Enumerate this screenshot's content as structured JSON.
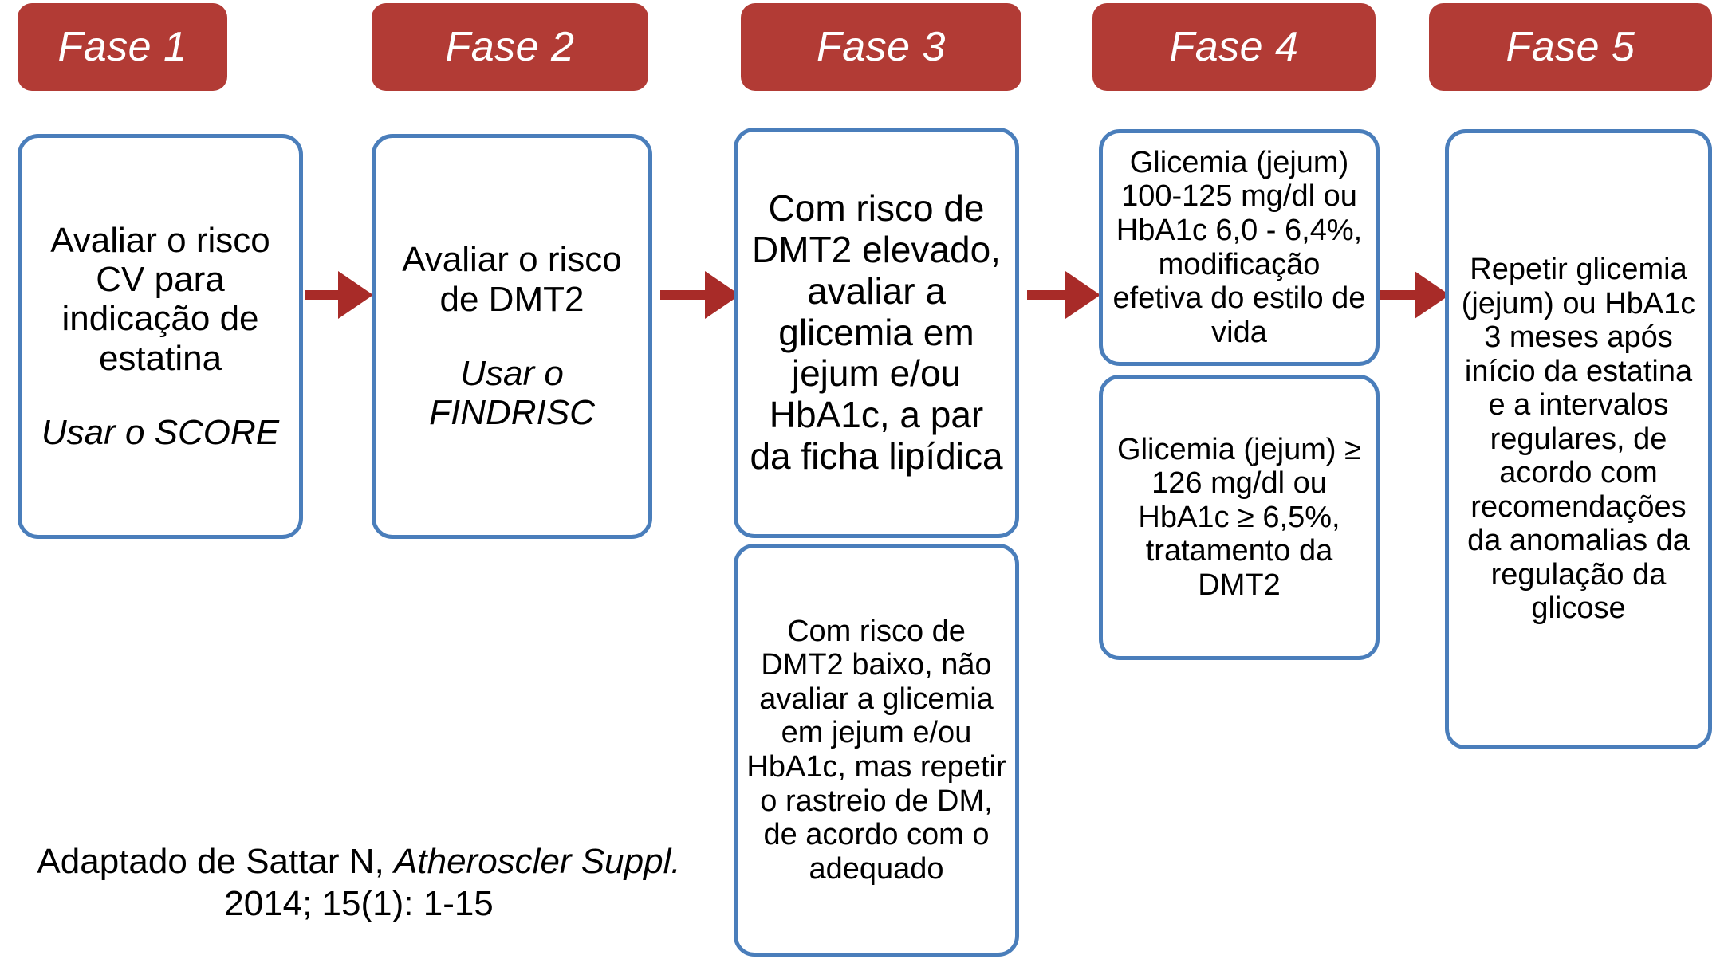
{
  "diagram": {
    "title_phases": [
      {
        "label": "Fase 1"
      },
      {
        "label": "Fase 2"
      },
      {
        "label": "Fase 3"
      },
      {
        "label": "Fase 4"
      },
      {
        "label": "Fase 5"
      }
    ],
    "colors": {
      "phase_header_fill": "#b23b35",
      "phase_header_text": "#ffffff",
      "box_border": "#4a7ebb",
      "box_fill": "#ffffff",
      "arrow": "#a82b28",
      "body_text": "#000000"
    },
    "columns": [
      {
        "phase": "Fase 1",
        "boxes": [
          {
            "main_text": "Avaliar o risco CV para indicação de estatina",
            "italic_text": "Usar o SCORE"
          }
        ]
      },
      {
        "phase": "Fase 2",
        "boxes": [
          {
            "main_text": "Avaliar o risco de DMT2",
            "italic_text": "Usar o FINDRISC"
          }
        ]
      },
      {
        "phase": "Fase 3",
        "boxes": [
          {
            "main_text": "Com risco de DMT2 elevado, avaliar a glicemia em jejum e/ou HbA1c, a par da ficha lipídica"
          },
          {
            "main_text": "Com risco de DMT2 baixo, não avaliar a glicemia em jejum e/ou HbA1c, mas repetir o rastreio de DM, de acordo com o adequado"
          }
        ]
      },
      {
        "phase": "Fase 4",
        "boxes": [
          {
            "main_text": "Glicemia (jejum) 100-125 mg/dl ou HbA1c 6,0 - 6,4%, modificação efetiva do estilo de vida"
          },
          {
            "main_text": "Glicemia (jejum) ≥ 126 mg/dl ou HbA1c ≥ 6,5%, tratamento da DMT2"
          }
        ]
      },
      {
        "phase": "Fase 5",
        "boxes": [
          {
            "main_text": "Repetir glicemia (jejum) ou HbA1c 3 meses após início da estatina e a intervalos regulares, de acordo com recomendações da anomalias da regulação da glicose"
          }
        ]
      }
    ],
    "arrows": [
      {
        "from": "Fase 1",
        "to": "Fase 2"
      },
      {
        "from": "Fase 2",
        "to": "Fase 3"
      },
      {
        "from": "Fase 3",
        "to": "Fase 4"
      },
      {
        "from": "Fase 4",
        "to": "Fase 5"
      }
    ],
    "caption": {
      "line1_plain": "Adaptado de Sattar N, ",
      "line1_italic": "Atheroscler Suppl.",
      "line2": "2014; 15(1): 1-15"
    }
  }
}
